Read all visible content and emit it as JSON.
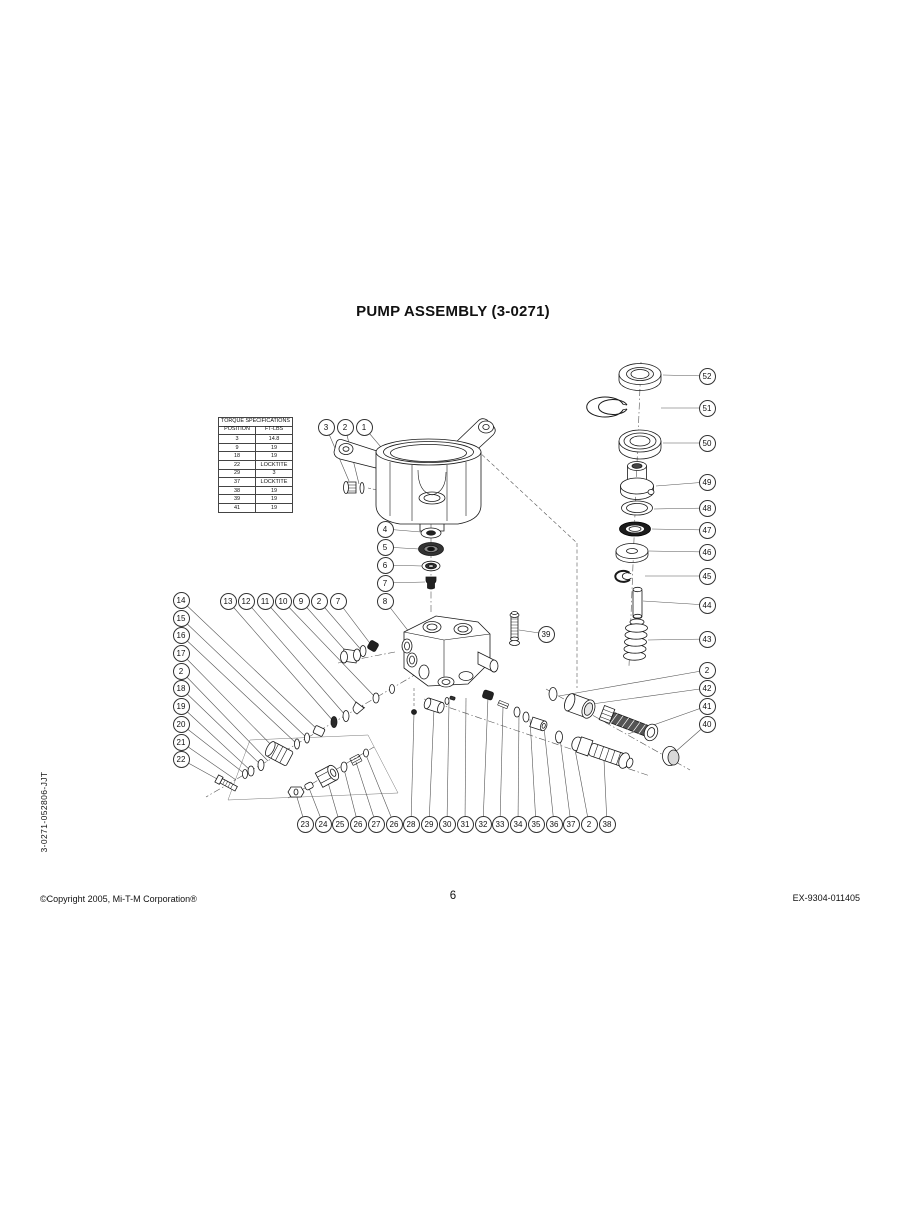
{
  "page": {
    "title": "PUMP ASSEMBLY (3-0271)",
    "side_label": "3-0271-052806-JJT",
    "footer": {
      "copyright": "©Copyright 2005, Mi-T-M Corporation®",
      "page_number": "6",
      "doc_number": "EX-9304-011405"
    }
  },
  "torque_table": {
    "title": "TORQUE SPECIFICATIONS",
    "columns": [
      "POSITION",
      "FT-LBS"
    ],
    "rows": [
      [
        "3",
        "14.8"
      ],
      [
        "9",
        "19"
      ],
      [
        "18",
        "19"
      ],
      [
        "22",
        "LOCKTITE"
      ],
      [
        "29",
        "3"
      ],
      [
        "37",
        "LOCKTITE"
      ],
      [
        "38",
        "19"
      ],
      [
        "39",
        "19"
      ],
      [
        "41",
        "19"
      ]
    ]
  },
  "callouts": {
    "top_group": [
      "3",
      "2",
      "1"
    ],
    "mid_column": [
      "4",
      "5",
      "6",
      "7",
      "8"
    ],
    "top_row": [
      "13",
      "12",
      "11",
      "10",
      "9",
      "2",
      "7"
    ],
    "left_column": [
      "14",
      "15",
      "16",
      "17",
      "2",
      "18",
      "19",
      "20",
      "21",
      "22"
    ],
    "right_column": [
      "52",
      "51",
      "50",
      "49",
      "48",
      "47",
      "46",
      "45",
      "44",
      "43",
      "2",
      "42",
      "41",
      "40"
    ],
    "float": [
      "39"
    ],
    "bottom_row": [
      "23",
      "24",
      "25",
      "26",
      "27",
      "26",
      "28",
      "29",
      "30",
      "31",
      "32",
      "33",
      "34",
      "35",
      "36",
      "37",
      "2",
      "38"
    ]
  },
  "colors": {
    "line": "#1a1a1a",
    "leader": "#555"
  }
}
